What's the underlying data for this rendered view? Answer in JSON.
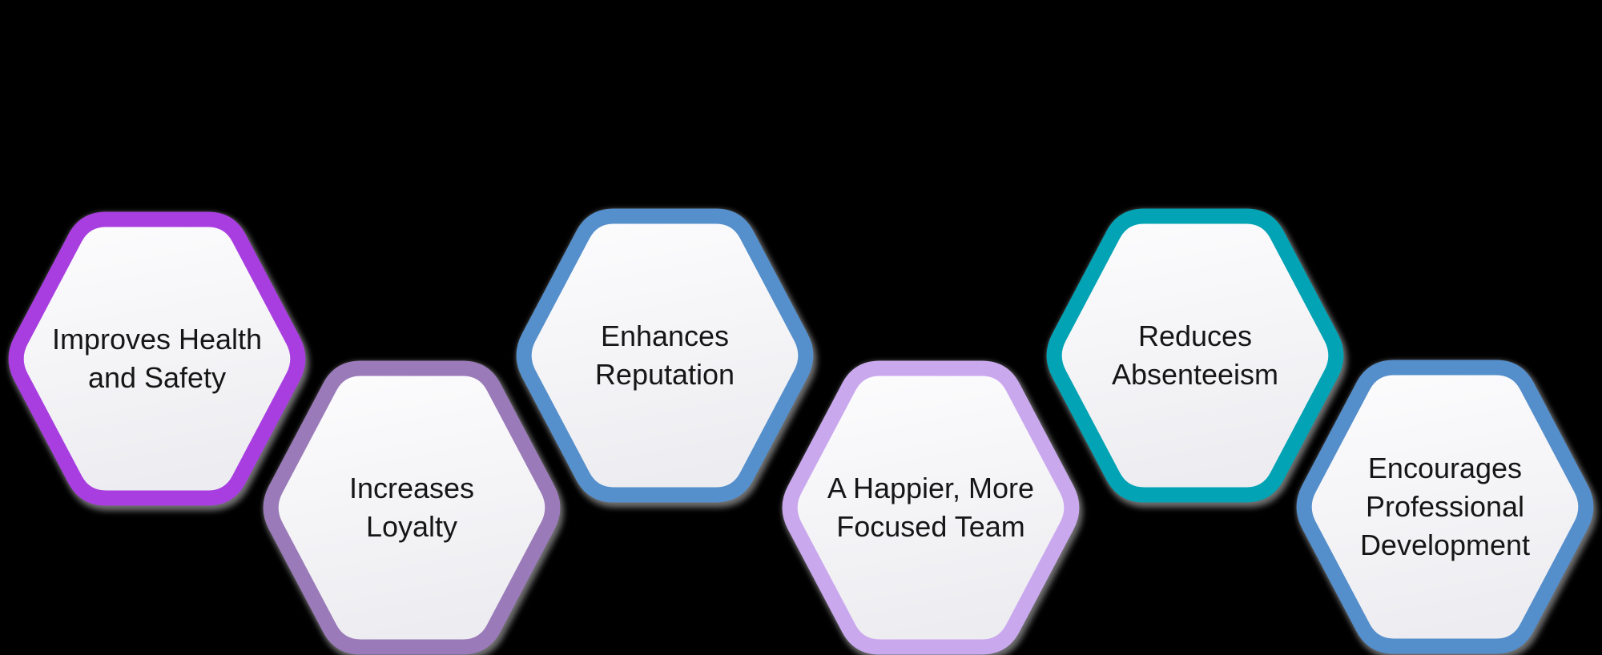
{
  "canvas": {
    "background": "#000000"
  },
  "style": {
    "text_color": "#161616",
    "fill_top": "#fdfdfe",
    "fill_bottom": "#ededf1",
    "shadow_color": "#7d7d7d"
  },
  "hexagons": [
    {
      "label": "Improves Health and Safety",
      "lines": [
        "Improves Health",
        "and Safety"
      ],
      "border": "#a83ee0"
    },
    {
      "label": "Increases Loyalty",
      "lines": [
        "Increases",
        "Loyalty"
      ],
      "border": "#9a7ab8"
    },
    {
      "label": "Enhances Reputation",
      "lines": [
        "Enhances",
        "Reputation"
      ],
      "border": "#5590cc"
    },
    {
      "label": "A Happier, More Focused Team",
      "lines": [
        "A Happier, More",
        "Focused Team"
      ],
      "border": "#caa8ee"
    },
    {
      "label": "Reduces Absenteeism",
      "lines": [
        "Reduces",
        "Absenteeism"
      ],
      "border": "#02a3b4"
    },
    {
      "label": "Encourages Professional Development",
      "lines": [
        "Encourages",
        "Professional",
        "Development"
      ],
      "border": "#548ecb"
    }
  ]
}
